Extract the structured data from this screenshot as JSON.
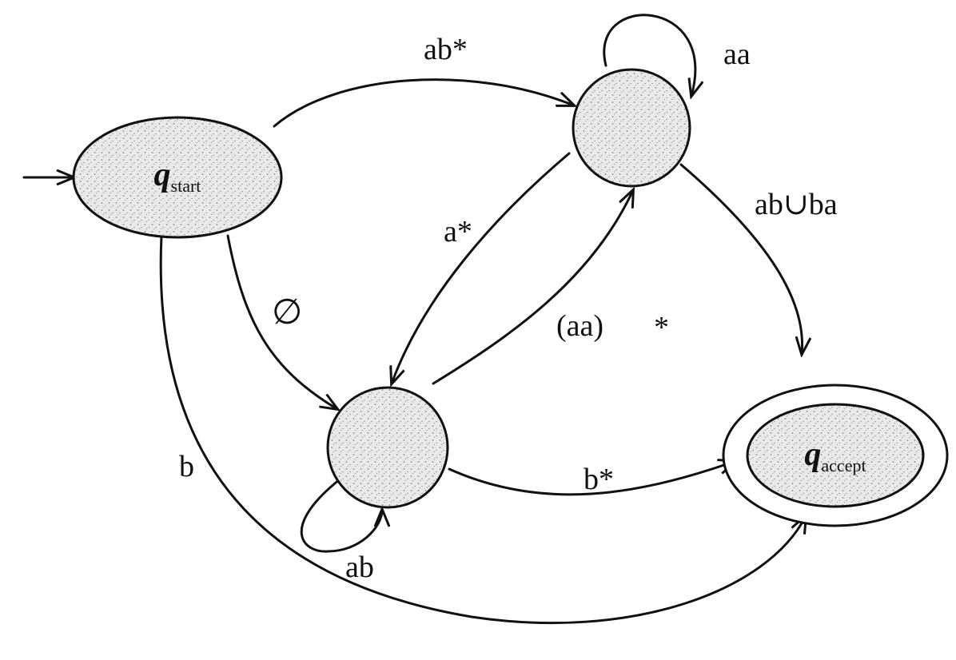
{
  "states": {
    "start": {
      "symbol": "q",
      "subscript": "start"
    },
    "upper": {
      "symbol": "",
      "subscript": ""
    },
    "lower": {
      "symbol": "",
      "subscript": ""
    },
    "accept": {
      "symbol": "q",
      "subscript": "accept"
    }
  },
  "transitions": {
    "start_to_upper": "ab*",
    "upper_self_loop": "aa",
    "upper_to_accept": "ab∪ba",
    "upper_to_lower": "a*",
    "lower_to_upper_prefix": "(aa)",
    "lower_to_upper_star": "*",
    "start_to_lower": "∅",
    "lower_to_accept": "b*",
    "lower_self_loop": "ab",
    "start_to_accept": "b"
  },
  "colors": {
    "ink": "#111111",
    "state_fill": "#dcdcdc",
    "background": "#ffffff"
  }
}
